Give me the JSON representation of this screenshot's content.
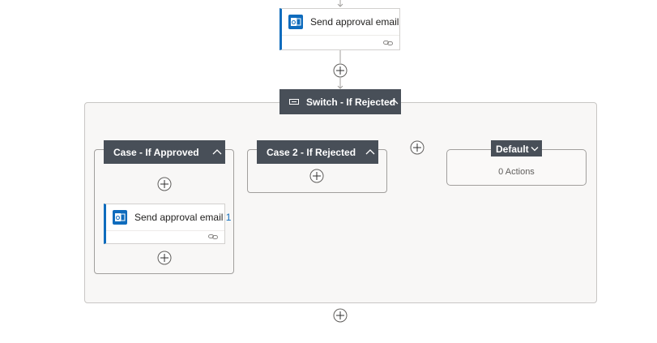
{
  "flow": {
    "top_action": {
      "title": "Send approval email",
      "icon": "outlook-icon"
    },
    "switch": {
      "title": "Switch - If Rejected",
      "icon": "switch-icon"
    },
    "cases": [
      {
        "title": "Case - If Approved",
        "actions": [
          {
            "title": "Send approval email",
            "suffix": "1",
            "icon": "outlook-icon"
          }
        ]
      },
      {
        "title": "Case 2 - If Rejected",
        "actions": []
      }
    ],
    "default_case": {
      "title": "Default",
      "empty_text": "0 Actions"
    }
  },
  "colors": {
    "accent": "#0f6cbd",
    "header_bg": "#484f58",
    "connector": "#a19f9d"
  }
}
